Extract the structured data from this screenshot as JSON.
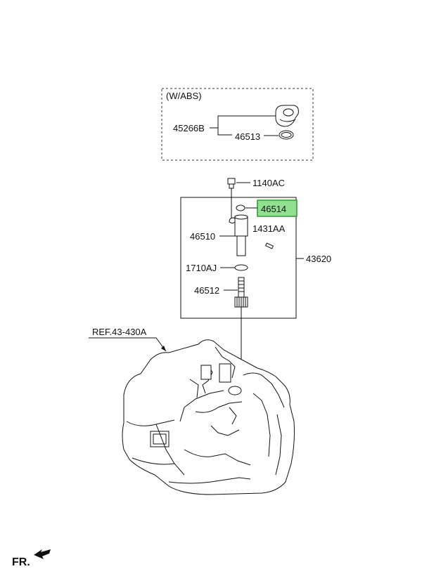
{
  "diagram": {
    "abs_group": {
      "title": "(W/ABS)",
      "parts": [
        "45266B",
        "46513"
      ]
    },
    "labels": {
      "p1140AC": "1140AC",
      "p46514": "46514",
      "p1431AA": "1431AA",
      "p46510": "46510",
      "p1710AJ": "1710AJ",
      "p46512": "46512",
      "p43620": "43620",
      "ref": "REF.43-430A"
    },
    "direction": "FR.",
    "highlighted_part": "46514",
    "colors": {
      "highlight_fill": "#8fe08f",
      "highlight_border": "#2f9a2f"
    }
  }
}
